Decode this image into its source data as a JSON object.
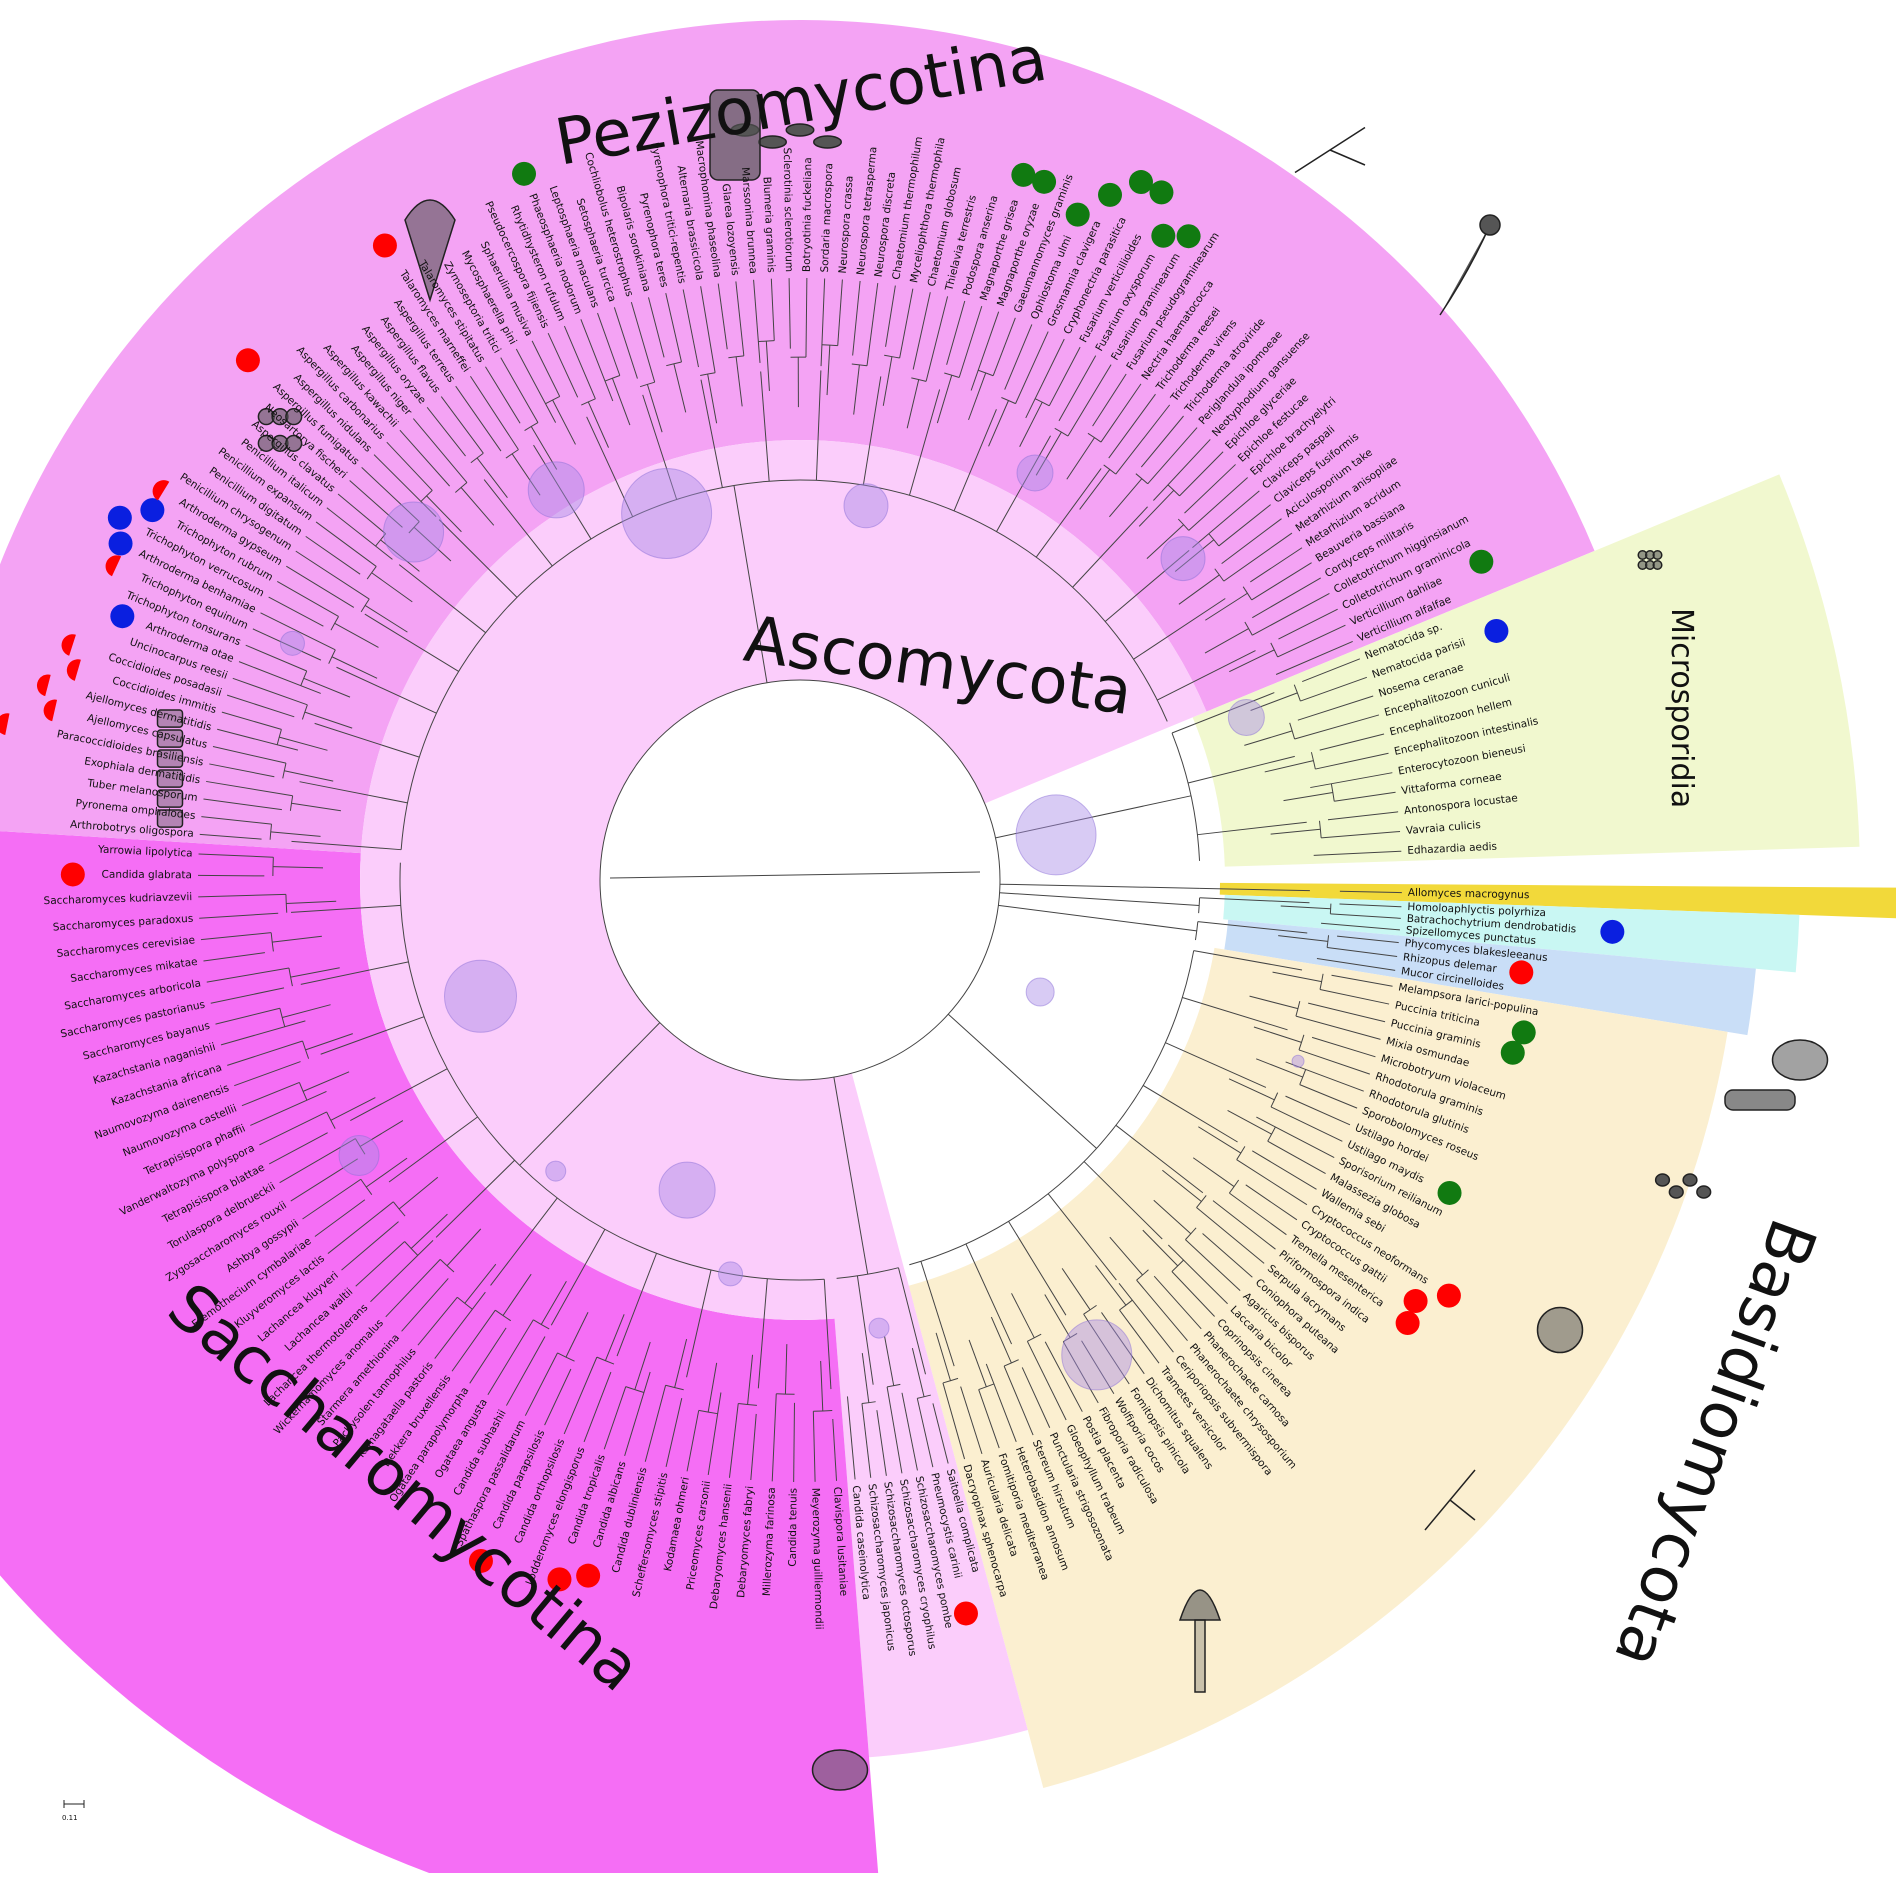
{
  "colors": {
    "pezizomycotina": "#f4a3f4",
    "ascomycota_inner": "#fbcdfb",
    "saccharomycotina": "#f56ef5",
    "microsporidia": "#f1f8cf",
    "basidiomycota": "#fbefd0",
    "allomyces": "#f2d93a",
    "chytrid": "#c9f7f3",
    "mucor": "#c9def7",
    "marker_red": "#ff0000",
    "marker_blue": "#0a1fe0",
    "marker_green": "#117a11"
  },
  "clades": {
    "pezizomycotina": "Pezizomycotina",
    "ascomycota": "Ascomycota",
    "microsporidia": "Microsporidia",
    "basidiomycota": "Basidiomycota",
    "saccharomycotina": "Saccharomycotina"
  },
  "scale_bar": "0.11",
  "leaves": {
    "pezizomycotina": [
      "Arthrobotrys oligospora",
      "Pyronema omphalodes",
      "Tuber melanosporum",
      "Exophiala dermatitidis",
      "Paracoccidioides brasiliensis",
      "Ajellomyces capsulatus",
      "Ajellomyces dermatitidis",
      "Coccidioides immitis",
      "Coccidioides posadasii",
      "Uncinocarpus reesii",
      "Arthroderma otae",
      "Trichophyton tonsurans",
      "Trichophyton equinum",
      "Arthroderma benhamiae",
      "Trichophyton verrucosum",
      "Trichophyton rubrum",
      "Arthroderma gypseum",
      "Penicillium chrysogenum",
      "Penicillium digitatum",
      "Penicillium expansum",
      "Penicillium italicum",
      "Aspergillus clavatus",
      "Neosartorya fischeri",
      "Aspergillus fumigatus",
      "Aspergillus nidulans",
      "Aspergillus carbonarius",
      "Aspergillus kawachii",
      "Aspergillus niger",
      "Aspergillus oryzae",
      "Aspergillus flavus",
      "Aspergillus terreus",
      "Talaromyces marneffei",
      "Talaromyces stipitatus",
      "Zymoseptoria tritici",
      "Mycosphaerella pini",
      "Sphaerulina musiva",
      "Pseudocercospora fijiensis",
      "Rhytidhysteron rufulum",
      "Phaeosphaeria nodorum",
      "Leptosphaeria maculans",
      "Setosphaeria turcica",
      "Cochliobolus heterostrophus",
      "Bipolaris sorokiniana",
      "Pyrenophora teres",
      "Pyrenophora tritici-repentis",
      "Alternaria brassicicola",
      "Macrophomina phaseolina",
      "Glarea lozoyensis",
      "Marssonina brunnea",
      "Blumeria graminis",
      "Sclerotinia sclerotiorum",
      "Botryotinia fuckeliana",
      "Sordaria macrospora",
      "Neurospora crassa",
      "Neurospora tetrasperma",
      "Neurospora discreta",
      "Chaetomium thermophilum",
      "Myceliophthora thermophila",
      "Chaetomium globosum",
      "Thielavia terrestris",
      "Podospora anserina",
      "Magnaporthe grisea",
      "Magnaporthe oryzae",
      "Gaeumannomyces graminis",
      "Ophiostoma ulmi",
      "Grosmannia clavigera",
      "Cryphonectria parasitica",
      "Fusarium verticillioides",
      "Fusarium oxysporum",
      "Fusarium graminearum",
      "Fusarium pseudograminearum",
      "Nectria haematococca",
      "Trichoderma reesei",
      "Trichoderma virens",
      "Trichoderma atroviride",
      "Periglandula ipomoeae",
      "Neotyphodium gansuense",
      "Epichloe glyceriae",
      "Epichloe festucae",
      "Epichloe brachyelytri",
      "Claviceps paspali",
      "Claviceps fusiformis",
      "Aciculosporium take",
      "Metarhizium anisopliae",
      "Metarhizium acridum",
      "Beauveria bassiana",
      "Cordyceps militaris",
      "Colletotrichum higginsianum",
      "Colletotrichum graminicola",
      "Verticillium dahliae",
      "Verticillium alfalfae"
    ],
    "microsporidia": [
      "Nematocida sp.",
      "Nematocida parisii",
      "Nosema ceranae",
      "Encephalitozoon cuniculi",
      "Encephalitozoon hellem",
      "Encephalitozoon intestinalis",
      "Enterocytozoon bieneusi",
      "Vittaforma corneae",
      "Antonospora locustae",
      "Vavraia culicis",
      "Edhazardia aedis"
    ],
    "allomyces": [
      "Allomyces macrogynus"
    ],
    "chytrid": [
      "Homoloaphlyctis polyrhiza",
      "Batrachochytrium dendrobatidis",
      "Spizellomyces punctatus"
    ],
    "mucor": [
      "Phycomyces blakesleeanus",
      "Rhizopus delemar",
      "Mucor circinelloides"
    ],
    "basidiomycota": [
      "Melampsora larici-populina",
      "Puccinia triticina",
      "Puccinia graminis",
      "Mixia osmundae",
      "Microbotryum violaceum",
      "Rhodotorula graminis",
      "Rhodotorula glutinis",
      "Sporobolomyces roseus",
      "Ustilago hordei",
      "Ustilago maydis",
      "Sporisorium reilianum",
      "Malassezia globosa",
      "Wallemia sebi",
      "Cryptococcus neoformans",
      "Cryptococcus gattii",
      "Tremella mesenterica",
      "Piriformospora indica",
      "Serpula lacrymans",
      "Coniophora puteana",
      "Agaricus bisporus",
      "Laccaria bicolor",
      "Coprinopsis cinerea",
      "Phanerochaete carnosa",
      "Phanerochaete chrysosporium",
      "Ceriporiopsis subvermispora",
      "Trametes versicolor",
      "Dichomitus squalens",
      "Fomitopsis pinicola",
      "Wolfiporia cocos",
      "Fibroporia radiculosa",
      "Postia placenta",
      "Gloeophyllum trabeum",
      "Punctularia strigosozonata",
      "Stereum hirsutum",
      "Heterobasidion annosum",
      "Fomitiporia mediterranea",
      "Auricularia delicata",
      "Dacryopinax sphenocarpa"
    ],
    "taphrinomycotina": [
      "Saitoella complicata",
      "Pneumocystis carinii",
      "Schizosaccharomyces pombe",
      "Schizosaccharomyces cryophilus",
      "Schizosaccharomyces octosporus",
      "Schizosaccharomyces japonicus",
      "Candida caseinolytica"
    ],
    "saccharomycotina": [
      "Clavispora lusitaniae",
      "Meyerozyma guilliermondii",
      "Candida tenuis",
      "Millerozyma farinosa",
      "Debaryomyces fabryi",
      "Debaryomyces hansenii",
      "Priceomyces carsonii",
      "Kodamaea ohmeri",
      "Scheffersomyces stipitis",
      "Candida dubliniensis",
      "Candida albicans",
      "Candida tropicalis",
      "Lodderomyces elongisporus",
      "Candida orthopsilosis",
      "Candida parapsilosis",
      "Spathaspora passalidarum",
      "Candida subhashii",
      "Ogataea angusta",
      "Ogataea parapolymorpha",
      "Dekkera bruxellensis",
      "Komagataella pastoris",
      "Pachysolen tannophilus",
      "Starmera amethionina",
      "Wickerhamomyces anomalus",
      "Lachancea thermotolerans",
      "Lachancea waltii",
      "Lachancea kluyveri",
      "Kluyveromyces lactis",
      "Eremothecium cymbalariae",
      "Ashbya gossypii",
      "Zygosaccharomyces rouxii",
      "Torulaspora delbrueckii",
      "Tetrapisispora blattae",
      "Vanderwaltozyma polyspora",
      "Tetrapisispora phaffii",
      "Naumovozyma castellii",
      "Naumovozyma dairenensis",
      "Kazachstania africana",
      "Kazachstania naganishii",
      "Saccharomyces bayanus",
      "Saccharomyces pastorianus",
      "Saccharomyces arboricola",
      "Saccharomyces mikatae",
      "Saccharomyces cerevisiae",
      "Saccharomyces paradoxus",
      "Saccharomyces kudriavzevii",
      "Candida glabrata",
      "Yarrowia lipolytica"
    ]
  },
  "markers": [
    {
      "leaf": "Paracoccidioides brasiliensis",
      "color": "red",
      "shape": "half"
    },
    {
      "leaf": "Ajellomyces capsulatus",
      "color": "red",
      "shape": "half"
    },
    {
      "leaf": "Ajellomyces dermatitidis",
      "color": "red",
      "shape": "half"
    },
    {
      "leaf": "Coccidioides immitis",
      "color": "red",
      "shape": "half"
    },
    {
      "leaf": "Coccidioides posadasii",
      "color": "red",
      "shape": "half"
    },
    {
      "leaf": "Arthroderma otae",
      "color": "blue",
      "shape": "full"
    },
    {
      "leaf": "Trichophyton equinum",
      "color": "red",
      "shape": "half"
    },
    {
      "leaf": "Arthroderma benhamiae",
      "color": "blue",
      "shape": "full"
    },
    {
      "leaf": "Trichophyton verrucosum",
      "color": "blue",
      "shape": "full"
    },
    {
      "leaf": "Trichophyton rubrum",
      "color": "blue",
      "shape": "full"
    },
    {
      "leaf": "Arthroderma gypseum",
      "color": "red",
      "shape": "half"
    },
    {
      "leaf": "Aspergillus fumigatus",
      "color": "red",
      "shape": "full"
    },
    {
      "leaf": "Talaromyces marneffei",
      "color": "red",
      "shape": "full"
    },
    {
      "leaf": "Phaeosphaeria nodorum",
      "color": "green",
      "shape": "full"
    },
    {
      "leaf": "Magnaporthe grisea",
      "color": "green",
      "shape": "full"
    },
    {
      "leaf": "Magnaporthe oryzae",
      "color": "green",
      "shape": "full"
    },
    {
      "leaf": "Ophiostoma ulmi",
      "color": "green",
      "shape": "full"
    },
    {
      "leaf": "Grosmannia clavigera",
      "color": "green",
      "shape": "full"
    },
    {
      "leaf": "Cryphonectria parasitica",
      "color": "green",
      "shape": "full"
    },
    {
      "leaf": "Fusarium verticillioides",
      "color": "green",
      "shape": "full"
    },
    {
      "leaf": "Fusarium oxysporum",
      "color": "green",
      "shape": "full"
    },
    {
      "leaf": "Fusarium graminearum",
      "color": "green",
      "shape": "full"
    },
    {
      "leaf": "Verticillium dahliae",
      "color": "green",
      "shape": "full"
    },
    {
      "leaf": "Nematocida parisii",
      "color": "blue",
      "shape": "full"
    },
    {
      "leaf": "Batrachochytrium dendrobatidis",
      "color": "blue",
      "shape": "full"
    },
    {
      "leaf": "Rhizopus delemar",
      "color": "red",
      "shape": "full"
    },
    {
      "leaf": "Puccinia triticina",
      "color": "green",
      "shape": "full"
    },
    {
      "leaf": "Puccinia graminis",
      "color": "green",
      "shape": "full"
    },
    {
      "leaf": "Ustilago maydis",
      "color": "green",
      "shape": "full"
    },
    {
      "leaf": "Cryptococcus neoformans",
      "color": "red",
      "shape": "full"
    },
    {
      "leaf": "Tremella mesenterica",
      "color": "red",
      "shape": "full"
    },
    {
      "leaf": "Cryptococcus gattii",
      "color": "red",
      "shape": "full"
    },
    {
      "leaf": "Pneumocystis carinii",
      "color": "red",
      "shape": "full"
    },
    {
      "leaf": "Candida albicans",
      "color": "red",
      "shape": "full"
    },
    {
      "leaf": "Candida tropicalis",
      "color": "red",
      "shape": "full"
    },
    {
      "leaf": "Candida parapsilosis",
      "color": "red",
      "shape": "full"
    },
    {
      "leaf": "Candida glabrata",
      "color": "red",
      "shape": "full"
    }
  ]
}
